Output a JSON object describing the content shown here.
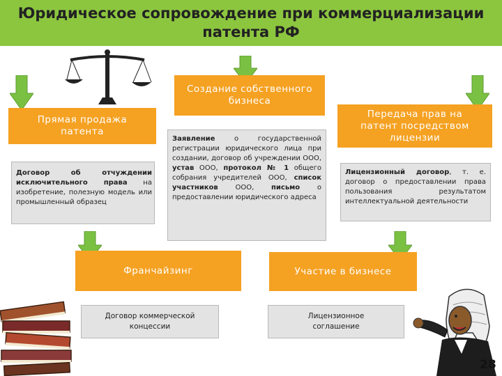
{
  "title": {
    "line1": "Юридическое сопровождение при коммерциализации",
    "line2": "патента РФ"
  },
  "boxes": {
    "direct_sale": {
      "line1": "Прямая продажа",
      "line2": "патента"
    },
    "own_business": {
      "line1": "Создание собственного",
      "line2": "бизнеса"
    },
    "license_transfer": {
      "line1": "Передача прав на",
      "line2": "патент посредством",
      "line3": "лицензии"
    },
    "franchising": "Франчайзинг",
    "business_participation": "Участие в бизнесе"
  },
  "details": {
    "direct_sale": {
      "bold": "Договор об отчуждении исключительного права",
      "rest": " на изобретение, полезную модель или промышленный образец"
    },
    "own_business": {
      "b1": "Заявление",
      "t1": " о государственной регистрации юридического лица при создании, договор об учреждении ООО, ",
      "b2": "устав",
      "t2": " ООО, ",
      "b3": "протокол № 1",
      "t3": " общего собрания учредителей ООО, ",
      "b4": "список участников",
      "t4": " ООО, ",
      "b5": "письмо",
      "t5": " о предоставлении юридического адреса"
    },
    "license_transfer": {
      "bold": "Лицензионный договор",
      "rest": ", т. е. договор о предоставлении права пользования результатом интеллектуальной деятельности"
    },
    "franchising": {
      "line1": "Договор коммерческой",
      "line2": "концессии"
    },
    "business_participation": {
      "line1": "Лицензионное",
      "line2": "соглашение"
    }
  },
  "page_number": "28",
  "colors": {
    "title_bar": "#8cc63f",
    "orange": "#f5a122",
    "arrow": "#7ac143",
    "gray": "#e3e3e3"
  },
  "icons": [
    "scales-icon",
    "books-icon",
    "judge-icon"
  ]
}
